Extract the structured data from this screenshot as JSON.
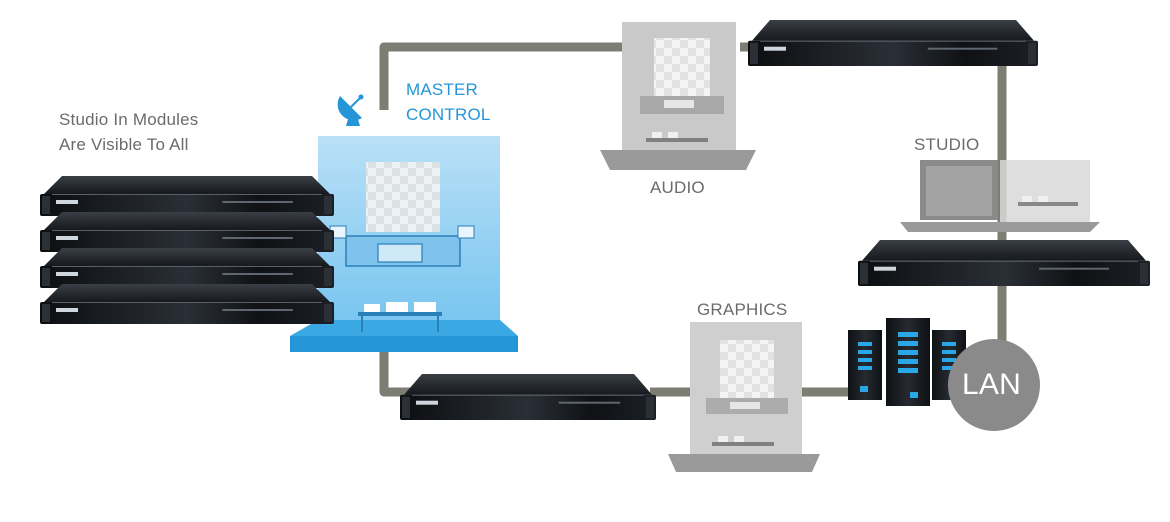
{
  "labels": {
    "studio_in_modules_line1": "Studio In Modules",
    "studio_in_modules_line2": "Are Visible To All",
    "master_control_line1": "MASTER",
    "master_control_line2": "CONTROL",
    "audio": "AUDIO",
    "studio": "STUDIO",
    "graphics": "GRAPHICS",
    "lan": "LAN"
  },
  "colors": {
    "cable": "#7d7d73",
    "master_control_blue": "#2496d8",
    "room_grey": "#c2c2c2",
    "server_body": "#1b1f24",
    "server_led": "#2aa7e6",
    "lan_circle": "#8a8a8a"
  },
  "icons": {
    "satellite": "satellite-dish-icon",
    "server_rack": "rack-server-icon",
    "tower_server": "tower-server-icon",
    "lan": "lan-circle-icon"
  }
}
